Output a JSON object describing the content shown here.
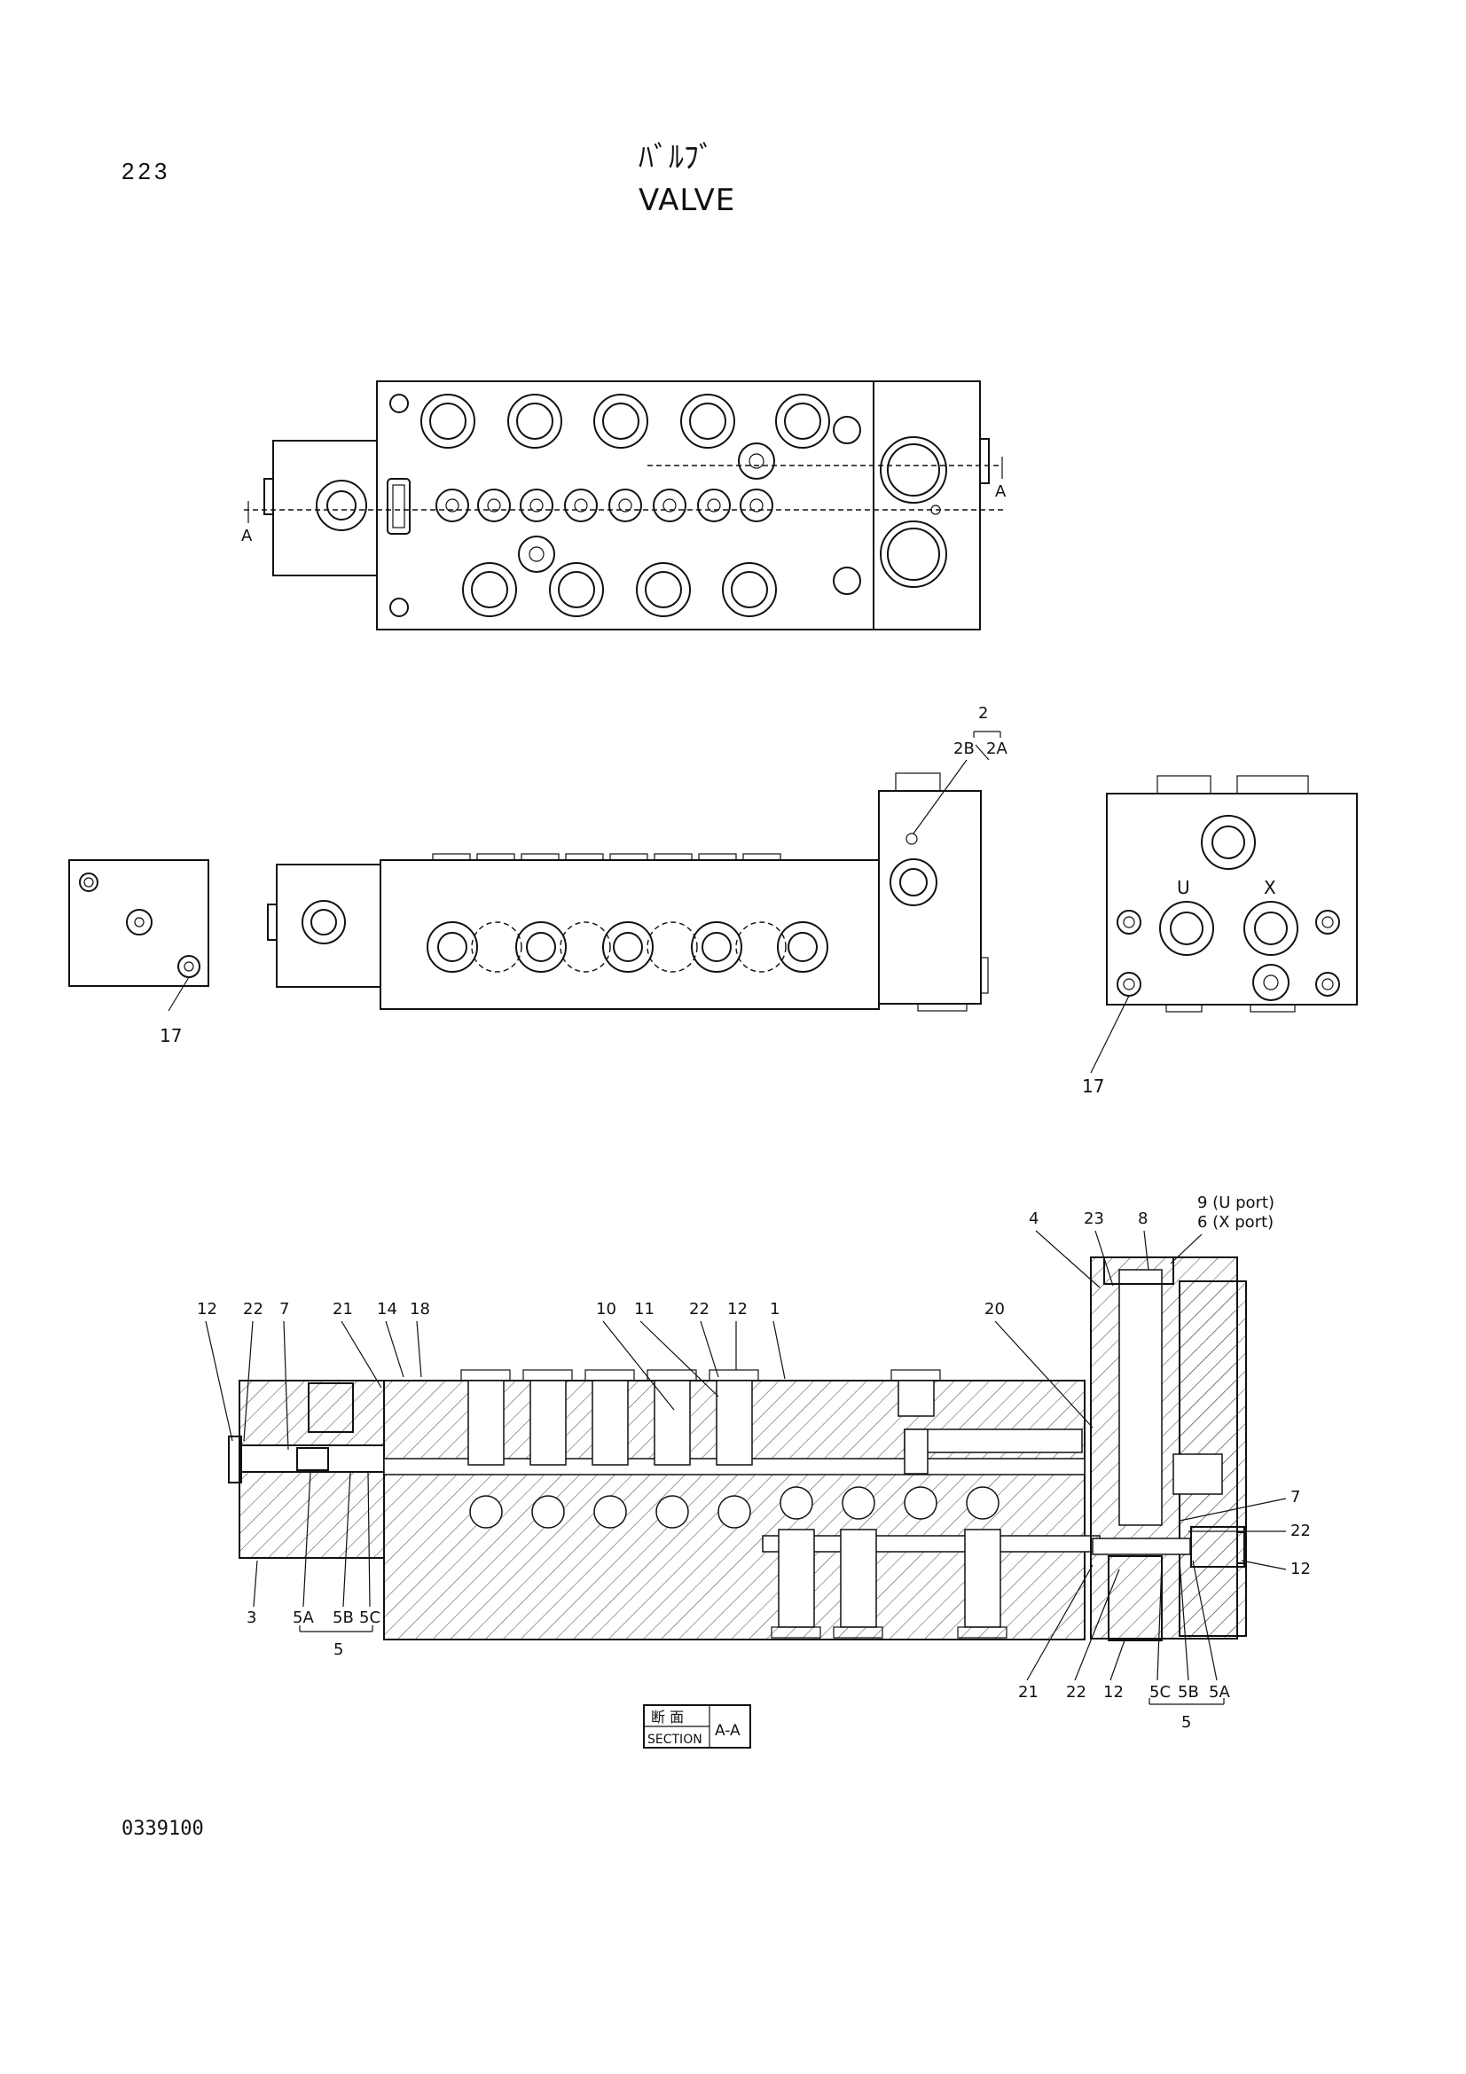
{
  "header": {
    "page_number": "223",
    "title_jp": "ﾊﾞﾙﾌﾞ",
    "title_en": "VALVE"
  },
  "footer": {
    "doc_code": "0339100"
  },
  "section_marker": "A",
  "section_box": {
    "jp": "断 面",
    "en": "SECTION",
    "label": "A-A"
  },
  "side_view": {
    "callout_2": "2",
    "callout_2B": "2B",
    "callout_2A": "2A",
    "port_u": "U",
    "port_x": "X",
    "callout_17_left": "17",
    "callout_17_right": "17"
  },
  "section_callouts": {
    "c12_left": "12",
    "c22_left": "22",
    "c7_left": "7",
    "c21_left": "21",
    "c14": "14",
    "c18": "18",
    "c10": "10",
    "c11": "11",
    "c22_mid": "22",
    "c12_mid": "12",
    "c1": "1",
    "c20": "20",
    "c4": "4",
    "c23": "23",
    "c8": "8",
    "c9": "9 (U port)",
    "c6": "6 (X port)",
    "c7_right": "7",
    "c22_right": "22",
    "c12_right": "12",
    "c3": "3",
    "c5A_left": "5A",
    "c5B_left": "5B",
    "c5C_left": "5C",
    "c5_left": "5",
    "c21_bottom": "21",
    "c22_bottom": "22",
    "c12_bottom": "12",
    "c5C_right": "5C",
    "c5B_right": "5B",
    "c5A_right": "5A",
    "c5_right": "5"
  }
}
